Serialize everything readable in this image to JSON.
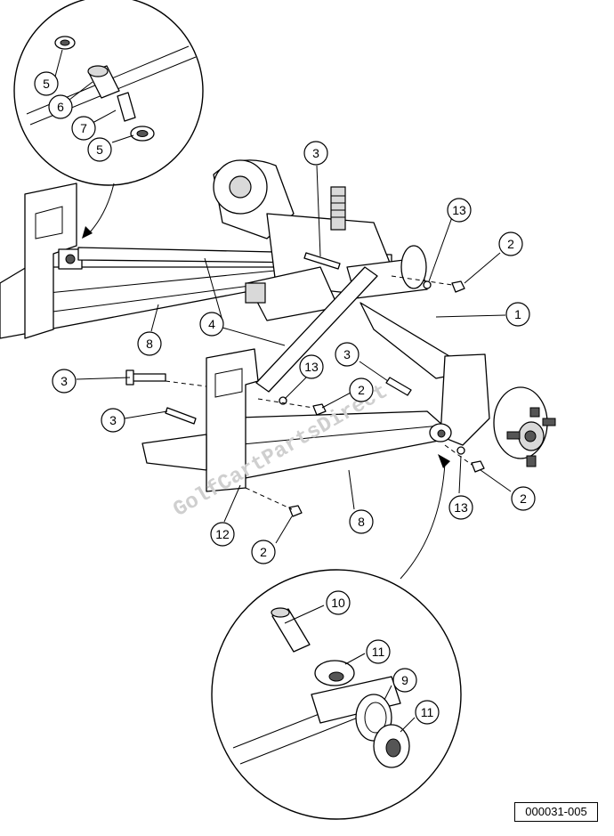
{
  "figure_ref": "000031-005",
  "watermark": "GolfCartPartsDirect",
  "callouts": [
    {
      "id": "c5a",
      "label": "5"
    },
    {
      "id": "c6",
      "label": "6"
    },
    {
      "id": "c7",
      "label": "7"
    },
    {
      "id": "c5b",
      "label": "5"
    },
    {
      "id": "c3a",
      "label": "3"
    },
    {
      "id": "c13a",
      "label": "13"
    },
    {
      "id": "c2a",
      "label": "2"
    },
    {
      "id": "c1",
      "label": "1"
    },
    {
      "id": "c4",
      "label": "4"
    },
    {
      "id": "c8a",
      "label": "8"
    },
    {
      "id": "c3b",
      "label": "3"
    },
    {
      "id": "c3c",
      "label": "3"
    },
    {
      "id": "c13b",
      "label": "13"
    },
    {
      "id": "c2b",
      "label": "2"
    },
    {
      "id": "c3d",
      "label": "3"
    },
    {
      "id": "c13c",
      "label": "13"
    },
    {
      "id": "c2c",
      "label": "2"
    },
    {
      "id": "c8b",
      "label": "8"
    },
    {
      "id": "c12",
      "label": "12"
    },
    {
      "id": "c2d",
      "label": "2"
    },
    {
      "id": "c10",
      "label": "10"
    },
    {
      "id": "c11a",
      "label": "11"
    },
    {
      "id": "c9",
      "label": "9"
    },
    {
      "id": "c11b",
      "label": "11"
    }
  ]
}
